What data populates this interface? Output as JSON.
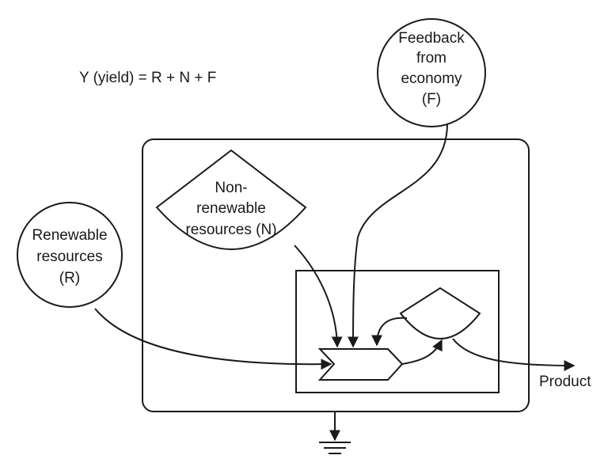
{
  "equation": "Y (yield) = R + N + F",
  "nodes": {
    "feedback": [
      "Feedback",
      "from",
      "economy",
      "(F)"
    ],
    "nonrenewable": [
      "Non-",
      "renewable",
      "resources (N)"
    ],
    "renewable": [
      "Renewable",
      "resources",
      "(R)"
    ]
  },
  "output_label": "Product",
  "colors": {
    "stroke": "#1a1a1a",
    "background": "#ffffff"
  }
}
